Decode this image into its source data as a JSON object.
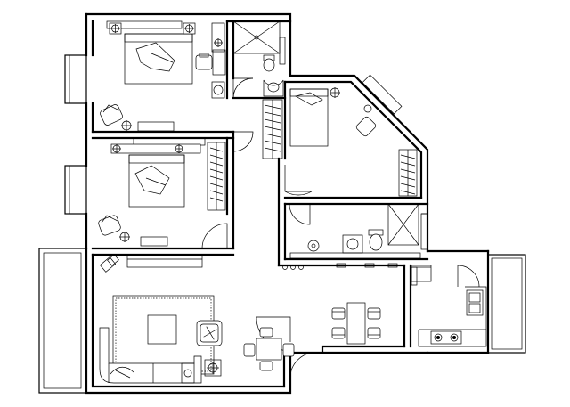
{
  "drawing": {
    "kind": "floor-plan",
    "line_color": "#000000",
    "background": "#ffffff",
    "rooms": [
      {
        "id": "master-bedroom",
        "furniture": [
          "double-bed",
          "nightstand",
          "nightstand",
          "desk-chair",
          "lounge-chair",
          "wardrobe"
        ]
      },
      {
        "id": "bathroom",
        "furniture": [
          "shower",
          "toilet",
          "washbasin"
        ]
      },
      {
        "id": "second-bedroom",
        "furniture": [
          "double-bed",
          "wardrobe",
          "lounge-chair",
          "tv-cabinet"
        ]
      },
      {
        "id": "third-bedroom",
        "furniture": [
          "single-bed",
          "desk-chair",
          "wardrobe"
        ]
      },
      {
        "id": "utility-bath",
        "furniture": [
          "toilet",
          "washing-machine",
          "shower",
          "washbasin"
        ]
      },
      {
        "id": "living-room",
        "furniture": [
          "sofa",
          "coffee-table",
          "armchair",
          "side-table",
          "rug",
          "tv-cabinet"
        ]
      },
      {
        "id": "dining-room",
        "furniture": [
          "dining-table",
          "chair",
          "chair",
          "chair",
          "chair",
          "chair",
          "chair"
        ]
      },
      {
        "id": "kitchen",
        "furniture": [
          "sink",
          "stove",
          "refrigerator",
          "counter"
        ]
      },
      {
        "id": "balcony",
        "furniture": []
      }
    ]
  }
}
